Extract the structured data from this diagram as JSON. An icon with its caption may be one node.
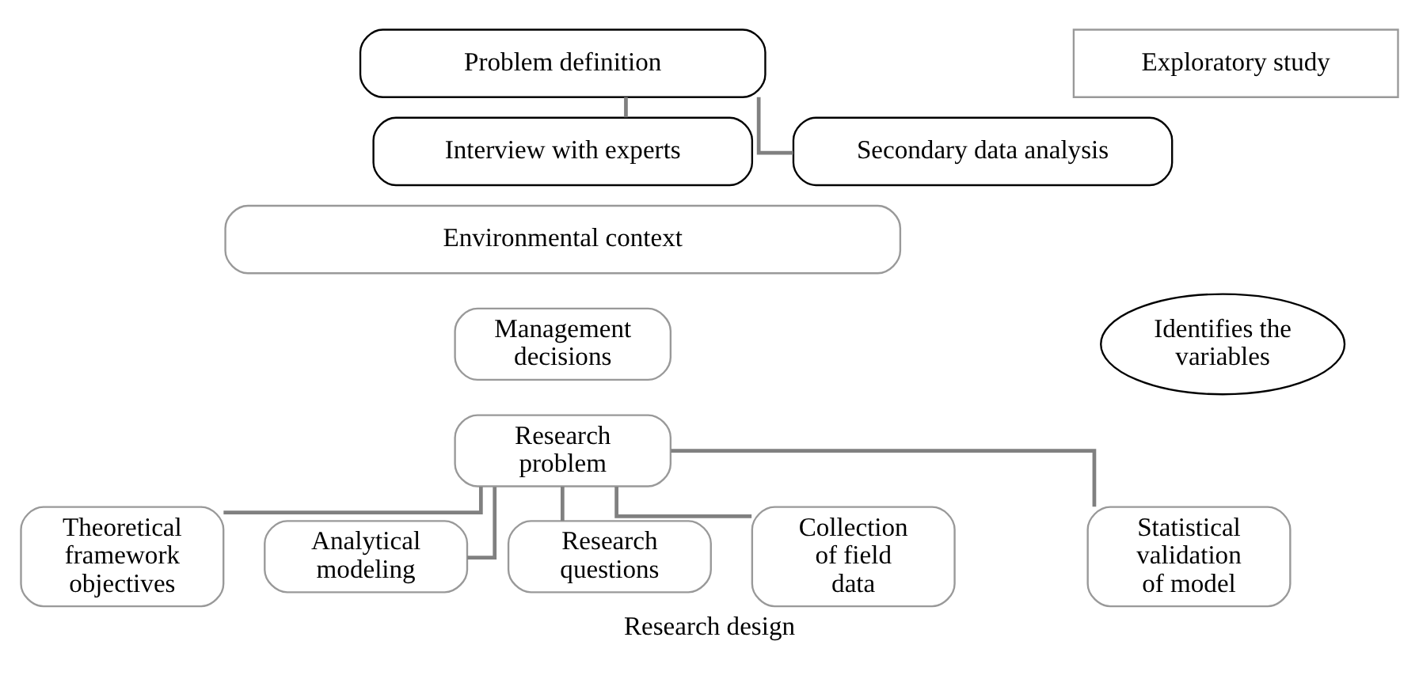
{
  "diagram": {
    "caption": "Research design",
    "nodes": [
      {
        "text": [
          "Problem definition"
        ]
      },
      {
        "text": [
          "Exploratory study"
        ]
      },
      {
        "text": [
          "Interview with experts"
        ]
      },
      {
        "text": [
          "Secondary data analysis"
        ]
      },
      {
        "text": [
          "Environmental context"
        ]
      },
      {
        "text": [
          "Management decisions"
        ]
      },
      {
        "text": [
          "Identifies the variables"
        ]
      },
      {
        "text": [
          "Research problem"
        ]
      },
      {
        "text": [
          "Theoretical framework objectives"
        ]
      },
      {
        "text": [
          "Analytical modeling"
        ]
      },
      {
        "text": [
          "Research questions"
        ]
      },
      {
        "text": [
          "Collection of field data"
        ]
      },
      {
        "text": [
          "Statistical validation of model"
        ]
      }
    ],
    "edges": [
      {
        "from": 0,
        "to": 2,
        "arrow": "none"
      },
      {
        "from": 0,
        "to": 3,
        "arrow": "none"
      },
      {
        "from": 7,
        "to": 8,
        "arrow": "none"
      },
      {
        "from": 7,
        "to": 9,
        "arrow": "none"
      },
      {
        "from": 7,
        "to": 10,
        "arrow": "none"
      },
      {
        "from": 7,
        "to": 11,
        "arrow": "none"
      },
      {
        "from": 7,
        "to": 12,
        "arrow": "none"
      }
    ]
  }
}
